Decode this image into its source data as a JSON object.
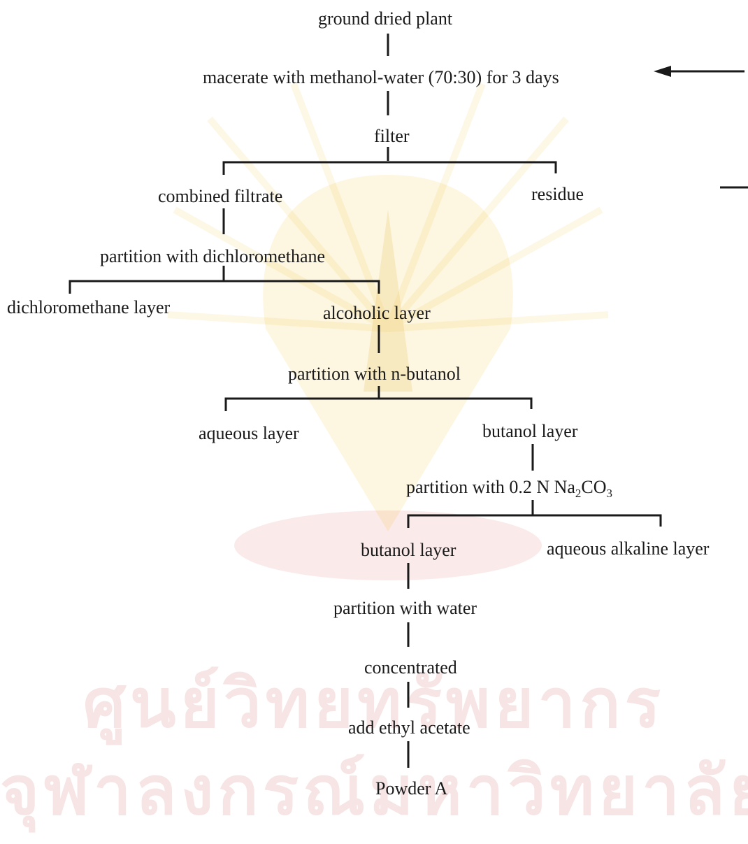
{
  "watermark": {
    "line1": "ศูนย์วิทยทรัพยากร",
    "line2": "จุฬาลงกรณ์มหาวิทยาลัย"
  },
  "nodes": {
    "ground": "ground dried plant",
    "macerate": "macerate with methanol-water (70:30) for 3 days",
    "filter": "filter",
    "combined_filtrate": "combined filtrate",
    "residue": "residue",
    "partition_dcm": "partition with dichloromethane",
    "dcm_layer": "dichloromethane layer",
    "alcoholic_layer": "alcoholic layer",
    "partition_butanol": "partition with n-butanol",
    "aqueous_layer": "aqueous layer",
    "butanol_layer_1": "butanol layer",
    "partition_na2co3_prefix": "partition with 0.2 N Na",
    "partition_na2co3_sub1": "2",
    "partition_na2co3_mid": "CO",
    "partition_na2co3_sub2": "3",
    "butanol_layer_2": "butanol layer",
    "aqueous_alkaline_layer": "aqueous alkaline layer",
    "partition_water": "partition with water",
    "concentrated": "concentrated",
    "add_ethyl_acetate": "add ethyl acetate",
    "powder_a": "Powder A"
  }
}
